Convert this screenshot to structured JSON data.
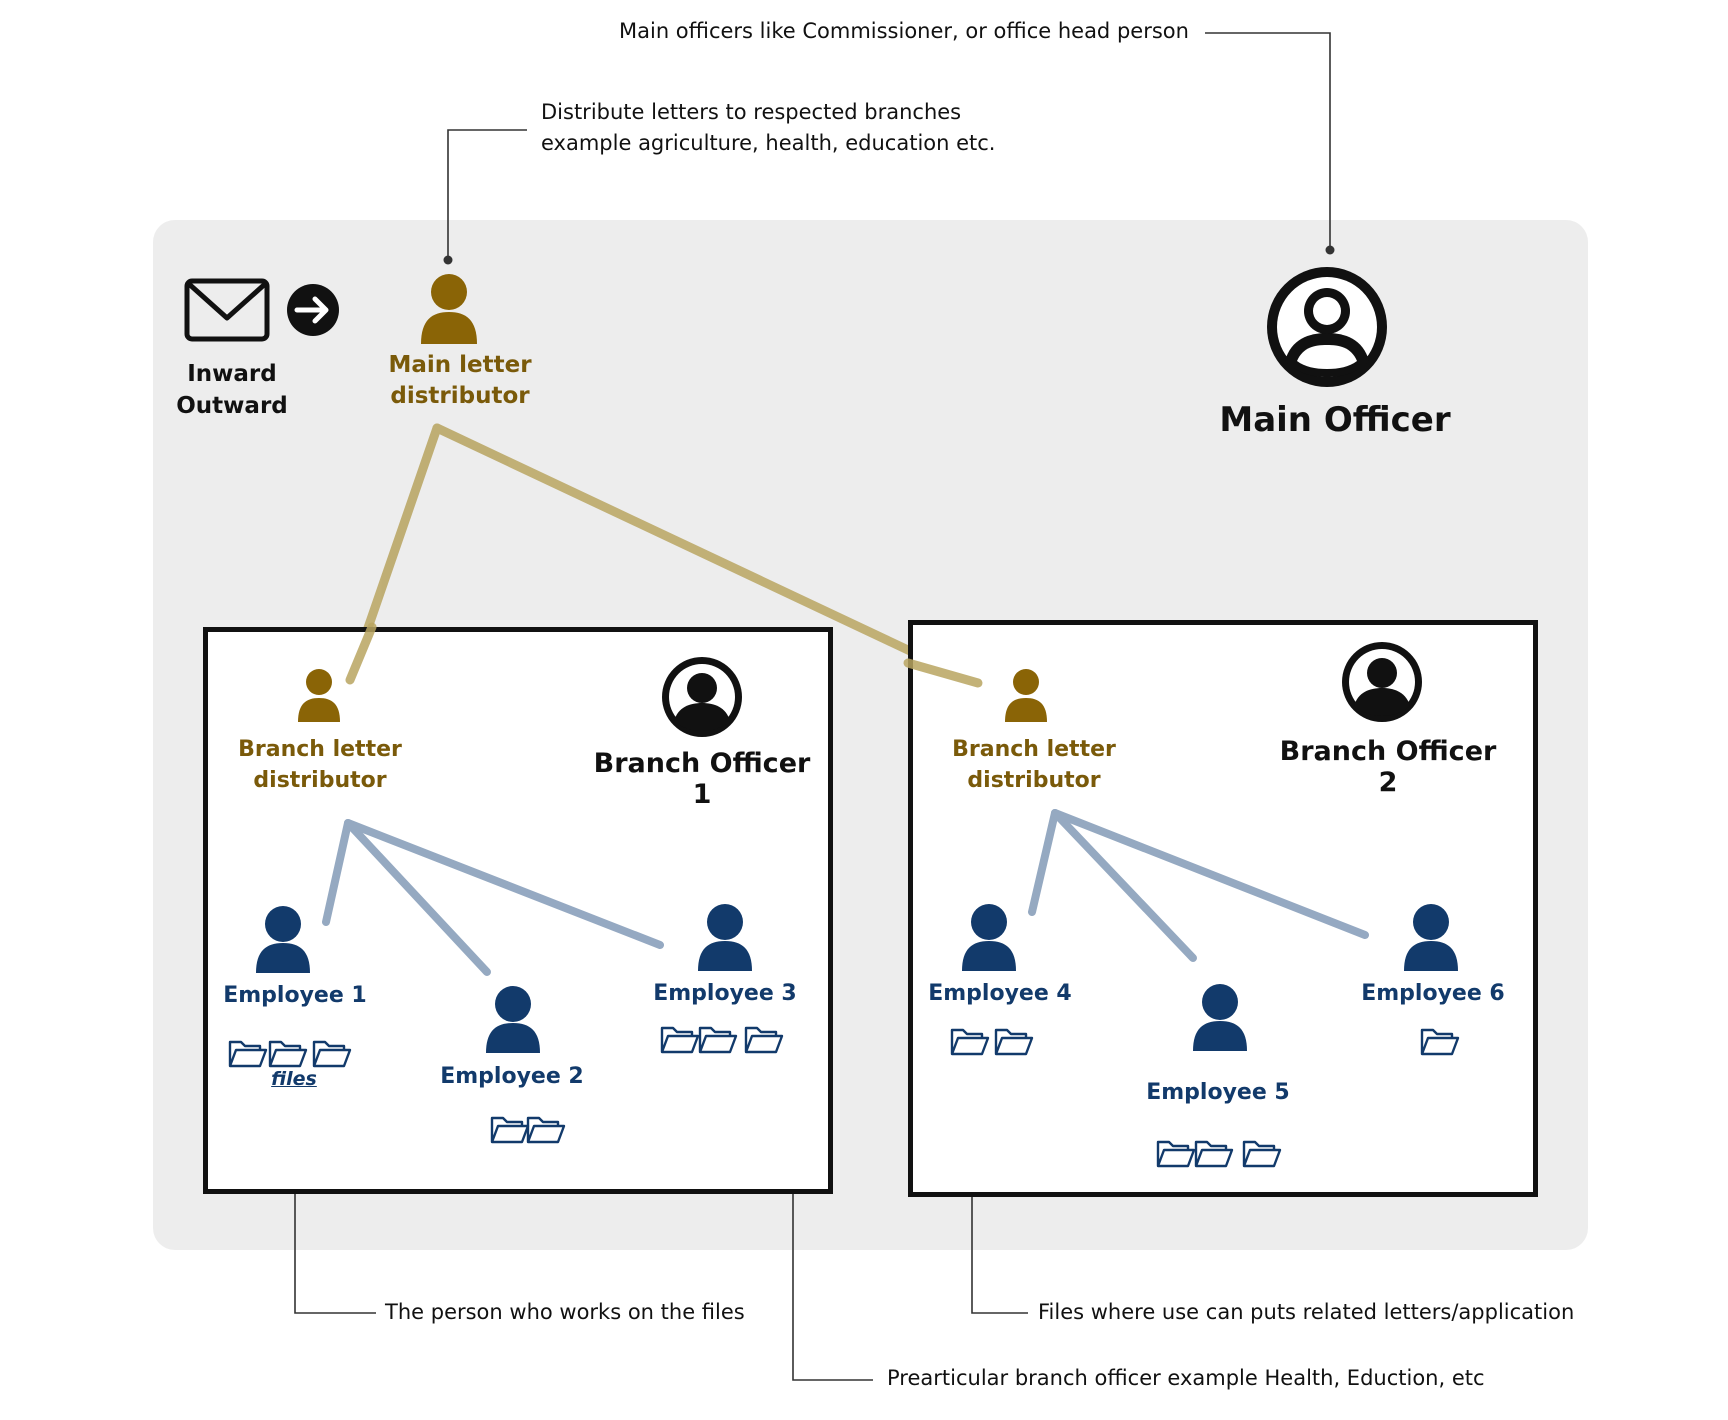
{
  "annotations": {
    "main_officer_note": "Main officers like Commissioner, or office head person",
    "distributor_note": "Distribute letters to respected branches\nexample agriculture, health, education etc.",
    "employee_note": "The person who works on the files",
    "branch_officer_note": "Prearticular branch officer example Health, Eduction, etc",
    "files_note": "Files where use can puts related letters/application"
  },
  "inward_outward": {
    "label_line1": "Inward",
    "label_line2": "Outward",
    "icon": "envelope-icon",
    "arrow_icon": "arrow-right-circle-icon"
  },
  "main_distributor": {
    "label": "Main letter\ndistributor",
    "icon": "user-icon"
  },
  "main_officer": {
    "label": "Main Officer",
    "icon": "user-circle-icon"
  },
  "branches": [
    {
      "officer_label": "Branch Officer 1",
      "distributor_label": "Branch letter\ndistributor",
      "employees": [
        {
          "name": "Employee 1",
          "files": 3,
          "files_caption": "files"
        },
        {
          "name": "Employee 2",
          "files": 2
        },
        {
          "name": "Employee 3",
          "files": 3
        }
      ]
    },
    {
      "officer_label": "Branch Officer 2",
      "distributor_label": "Branch letter\ndistributor",
      "employees": [
        {
          "name": "Employee 4",
          "files": 2
        },
        {
          "name": "Employee 5",
          "files": 3
        },
        {
          "name": "Employee 6",
          "files": 1
        }
      ]
    }
  ],
  "colors": {
    "gold": "#7a5a0a",
    "gold_line": "#b8a460",
    "navy": "#123a6b",
    "navy_line": "#8aa0bb",
    "panel": "#ededed"
  }
}
